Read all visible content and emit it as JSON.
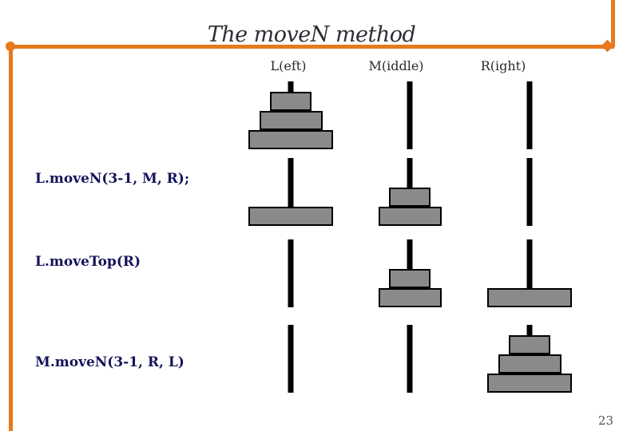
{
  "slide": {
    "title": "The moveN method",
    "page_number": "23"
  },
  "columns": [
    {
      "key": "L",
      "label": "L(eft)"
    },
    {
      "key": "M",
      "label": "M(iddle)"
    },
    {
      "key": "R",
      "label": "R(ight)"
    }
  ],
  "steps": [
    {
      "label": "",
      "towers": {
        "L": [
          1,
          2,
          3
        ],
        "M": [],
        "R": []
      }
    },
    {
      "label": "L.moveN(3-1, M, R);",
      "towers": {
        "L": [
          3
        ],
        "M": [
          1,
          2
        ],
        "R": []
      }
    },
    {
      "label": "L.moveTop(R)",
      "towers": {
        "L": [],
        "M": [
          1,
          2
        ],
        "R": [
          3
        ]
      }
    },
    {
      "label": "M.moveN(3-1, R, L)",
      "towers": {
        "L": [],
        "M": [],
        "R": [
          1,
          2,
          3
        ]
      }
    }
  ],
  "disk_sizes": {
    "1": "small",
    "2": "medium",
    "3": "large"
  },
  "colors": {
    "accent": "#e8791e",
    "disk_fill": "#8a8a8a",
    "peg": "#000000",
    "label_text": "#14145a",
    "title_text": "#2e2e36"
  }
}
